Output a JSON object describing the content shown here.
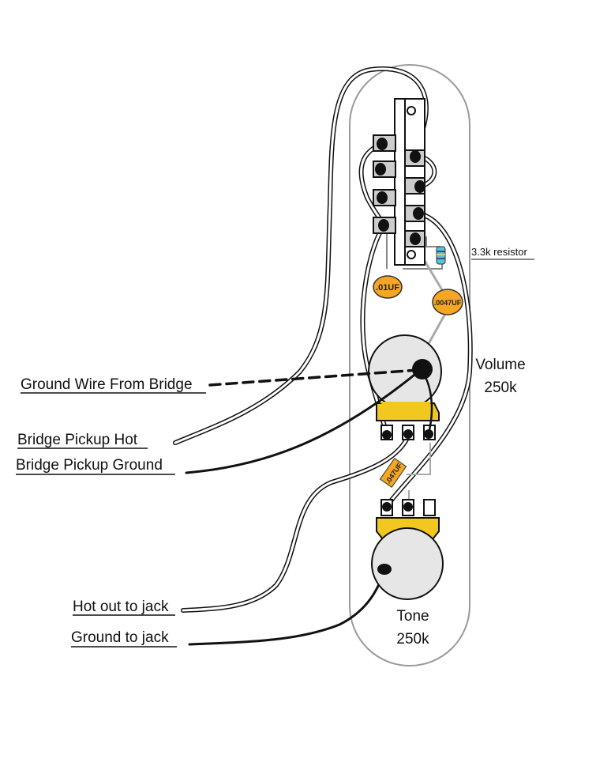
{
  "diagram": {
    "title": "Telecaster control plate wiring",
    "labels": {
      "ground_wire_from_bridge": "Ground Wire From Bridge",
      "bridge_pickup_hot": "Bridge Pickup Hot",
      "bridge_pickup_ground": "Bridge Pickup Ground",
      "hot_out_to_jack": "Hot out to jack",
      "ground_to_jack": "Ground to jack",
      "resistor": "3.3k resistor"
    },
    "components": {
      "volume_pot": {
        "name": "Volume",
        "value": "250k"
      },
      "tone_pot": {
        "name": "Tone",
        "value": "250k"
      },
      "cap_01": ".01UF",
      "cap_0047": ".0047UF",
      "cap_047": ".047UF"
    },
    "colors": {
      "pot_housing": "#f2c81e",
      "capacitor": "#f5a623",
      "pot_body": "#e6e6e6",
      "plate_outline": "#9a9a9a",
      "resistor_body": "#5bc0de"
    }
  }
}
